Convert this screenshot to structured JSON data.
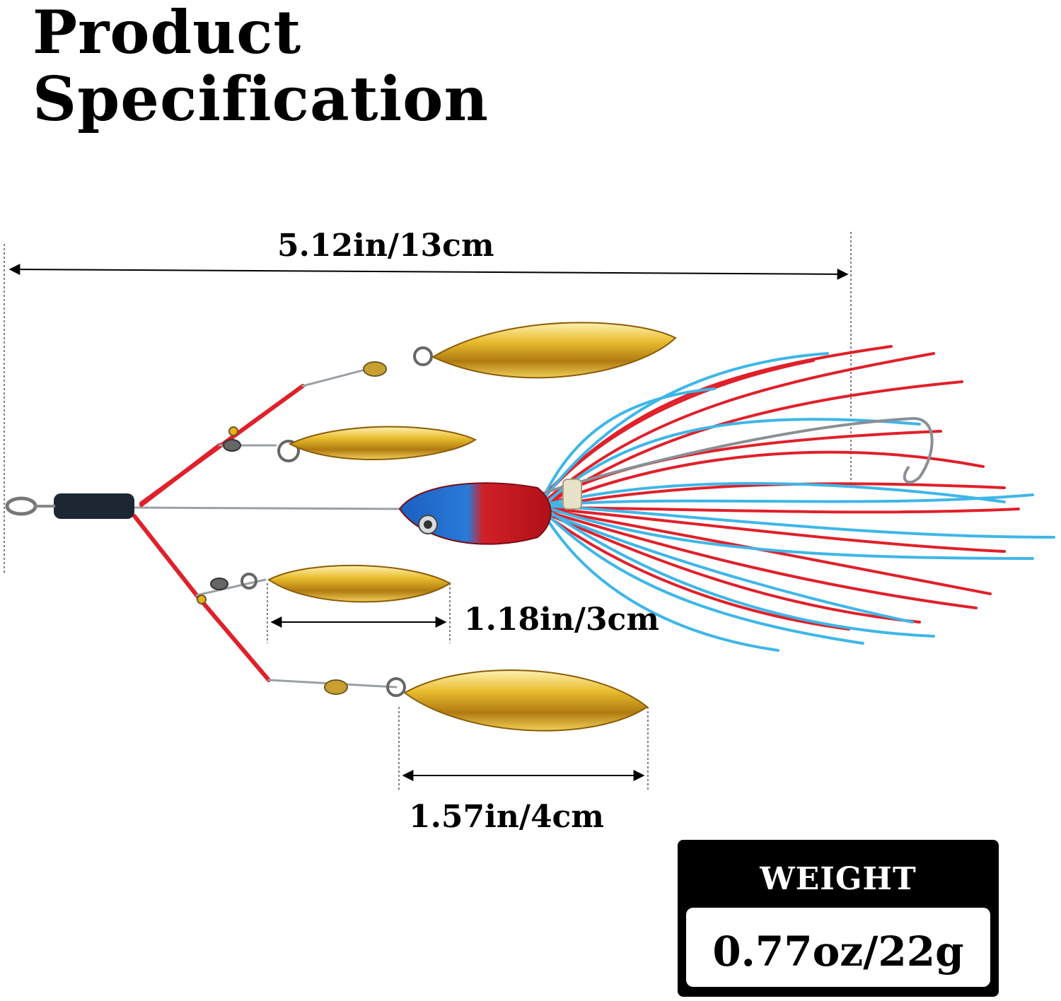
{
  "title": {
    "line1": "Product",
    "line2": "Specification"
  },
  "dimensions": {
    "total_length": "5.12in/13cm",
    "small_blade": "1.18in/3cm",
    "large_blade": "1.57in/4cm"
  },
  "weight": {
    "label": "WEIGHT",
    "value": "0.77oz/22g"
  },
  "colors": {
    "background": "#ffffff",
    "text": "#000000",
    "blade_gold": "#e6b422",
    "skirt_red": "#e0202a",
    "skirt_blue": "#3fb6e8",
    "head_blue": "#1f6fc8",
    "head_red": "#d81e28"
  }
}
